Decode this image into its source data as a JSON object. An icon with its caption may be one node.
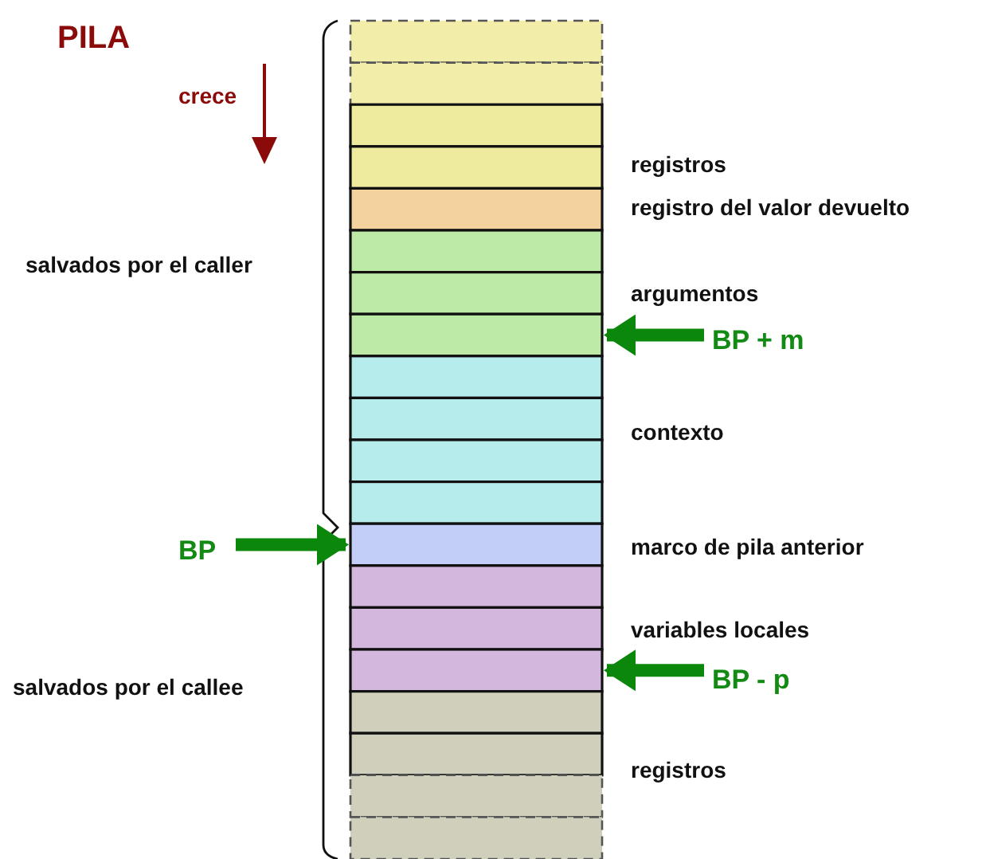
{
  "diagram": {
    "title": "PILA",
    "nodes": [
      {
        "text": [],
        "shape": "box"
      },
      {
        "text": [],
        "shape": "box"
      },
      {
        "text": [],
        "shape": "box"
      },
      {
        "text": [],
        "shape": "box"
      },
      {
        "text": [],
        "shape": "box"
      },
      {
        "text": [],
        "shape": "box"
      },
      {
        "text": [],
        "shape": "box"
      },
      {
        "text": [],
        "shape": "box"
      },
      {
        "text": [],
        "shape": "box"
      },
      {
        "text": [],
        "shape": "box"
      },
      {
        "text": [],
        "shape": "box"
      },
      {
        "text": [],
        "shape": "box"
      },
      {
        "text": [],
        "shape": "box"
      },
      {
        "text": [],
        "shape": "box"
      },
      {
        "text": [],
        "shape": "box"
      },
      {
        "text": [],
        "shape": "box"
      },
      {
        "text": [],
        "shape": "box"
      },
      {
        "text": [],
        "shape": "box"
      },
      {
        "text": [],
        "shape": "box"
      },
      {
        "text": [],
        "shape": "box"
      },
      {
        "text": [
          "BP"
        ]
      },
      {
        "text": [
          "BP + m"
        ]
      },
      {
        "text": [
          "BP - p"
        ]
      }
    ],
    "edges": [
      {
        "from": 20,
        "to": 12,
        "arrow": "to"
      },
      {
        "from": 21,
        "to": 7,
        "arrow": "to"
      },
      {
        "from": 22,
        "to": 15,
        "arrow": "to"
      }
    ],
    "labels": [
      "crece",
      "registros",
      "registro del valor devuelto",
      "salvados por el caller",
      "argumentos",
      "contexto",
      "marco de pila anterior",
      "variables locales",
      "salvados por el callee",
      "registros"
    ]
  }
}
